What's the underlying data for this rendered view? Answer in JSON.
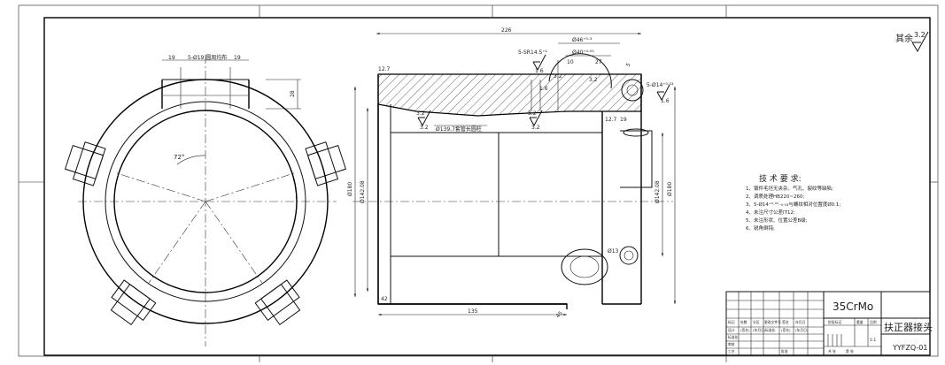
{
  "drawing": {
    "rough_remaining": "其余",
    "rough_value": "3.2",
    "requirements": {
      "title": "技 术 要 求:",
      "items": [
        "1、锻件毛坯无夹杂、气孔、裂纹等缺陷;",
        "2、调质处理HB220~260;",
        "3、5-Ø14⁺⁰·⁰²₋₀·₀₃与螺纹相对位置度Ø0.1;",
        "4、未注尺寸公差IT12;",
        "5、未注形状、位置公差B级;",
        "6、锐角倒钝;"
      ]
    },
    "dimensions": {
      "overall_length": "226",
      "left_length": "135",
      "spacing_top_left": "19",
      "spacing_top_mid": "5-Ø19 圆周均布",
      "spacing_top_right": "19",
      "side_28": "28",
      "angle": "72°",
      "d_left_1": "Ø180",
      "d_left_2": "Ø142.08",
      "d_right_1": "Ø142.08",
      "d_right_2": "Ø180",
      "phi_bore_label": "Ø139.7套管长圆柱",
      "slot_12_7": "12.7",
      "slot_12_7b": "12.7",
      "pin_19": "19",
      "phi_13": "Ø13",
      "phi_46": "Ø46⁺⁰·³",
      "phi_40": "Ø40⁺⁰·⁰⁵",
      "sr14": "5-SR14.5⁺¹",
      "r_10": "10",
      "r_27": "27",
      "chamfer_5": "5",
      "phi_14": "5-Ø14⁺⁰·⁰²",
      "r_16": "1.6",
      "r_16b": "1.6",
      "r_16c": "1.6",
      "r_32a": "3.2",
      "r_32b": "3.2",
      "r_32c": "3.2",
      "r_32d": "3.2",
      "r_32e": "3.2",
      "r_32f": "3.2",
      "small_42": "42",
      "small_45": "45"
    },
    "title_block": {
      "material": "35CrMo",
      "part_name": "扶正器接头",
      "drawing_no": "YYFZQ-01",
      "scale_value": "1:1",
      "rev_headers": [
        "标记",
        "处数",
        "分区",
        "更改文件号",
        "签名",
        "年月日"
      ],
      "role_headers": [
        "设计",
        "标准化",
        "审核",
        "工艺",
        "批准"
      ],
      "role_mid": [
        "(签名)",
        "(年月日)",
        "标准化",
        "(签名)",
        "(年月日)"
      ],
      "stage_label": "阶段标记",
      "weight_label": "重量",
      "scale_label": "比例",
      "sheet_total": "共 张",
      "sheet_no": "第 张"
    }
  }
}
